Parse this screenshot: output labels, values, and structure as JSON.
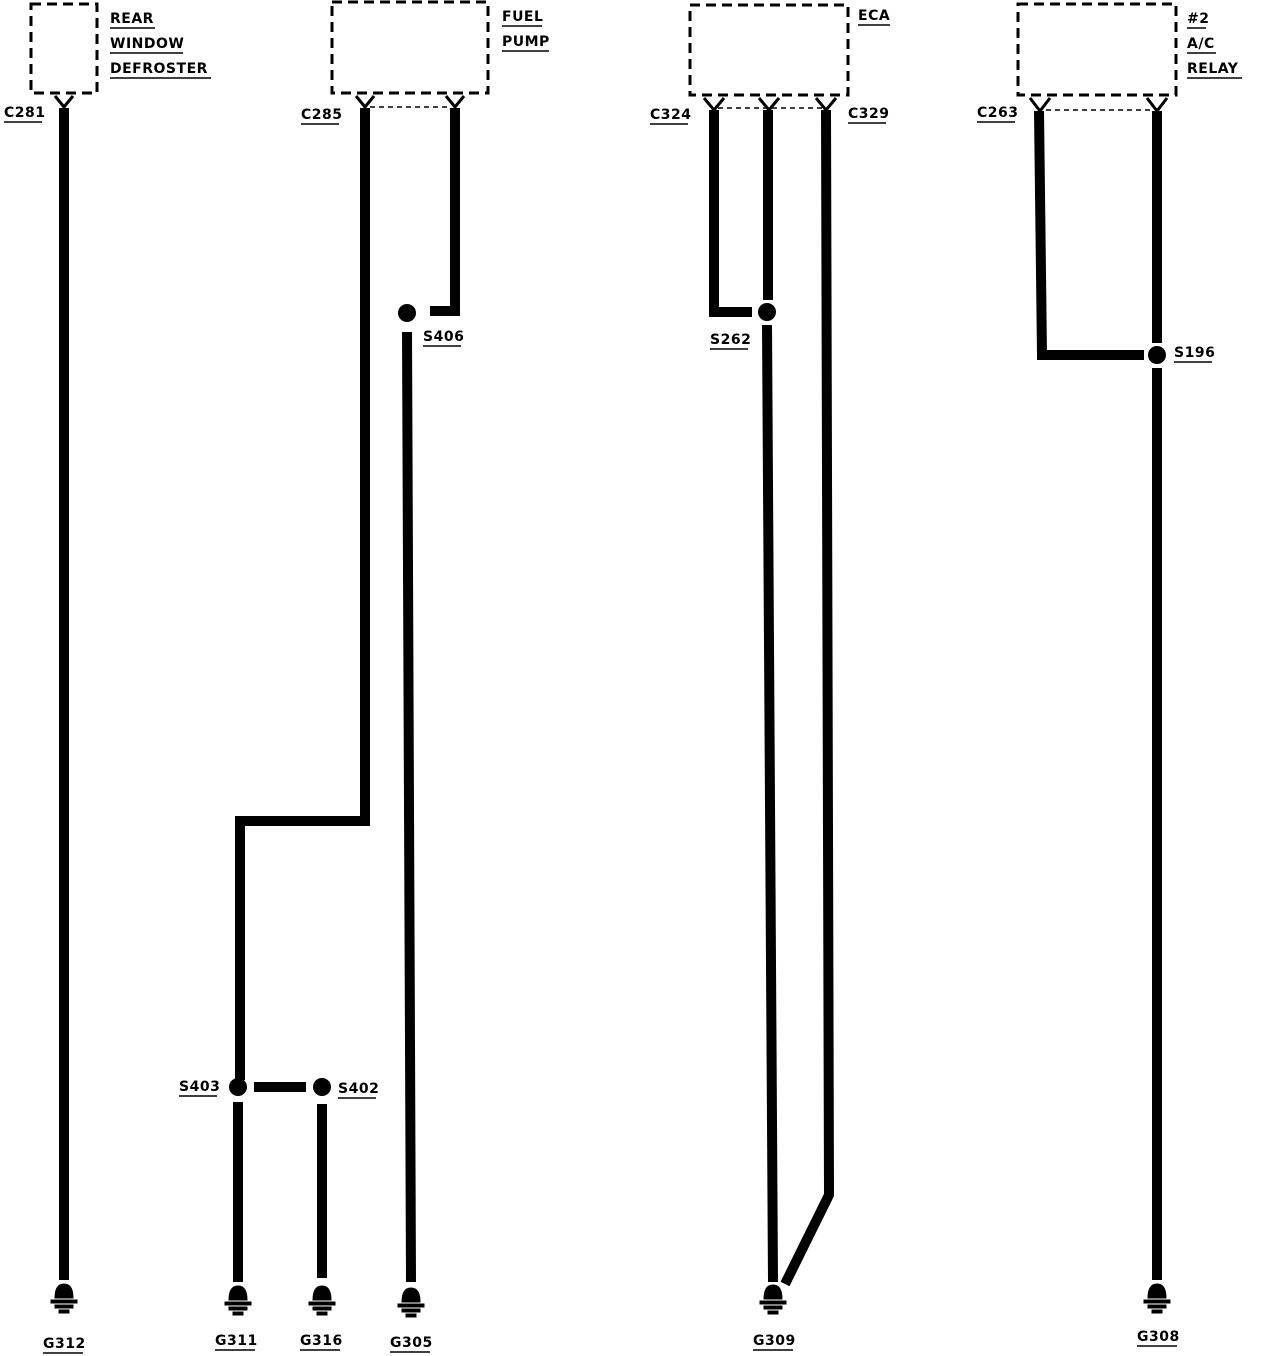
{
  "components": {
    "rear_window_defroster": [
      "REAR",
      "WINDOW",
      "DEFROSTER"
    ],
    "fuel_pump": [
      "FUEL",
      "PUMP"
    ],
    "eca": [
      "ECA"
    ],
    "ac_relay": [
      "#2",
      "A/C",
      "RELAY"
    ]
  },
  "connectors": {
    "c281": "C281",
    "c285": "C285",
    "c324": "C324",
    "c329": "C329",
    "c263": "C263"
  },
  "splices": {
    "s406": "S406",
    "s262": "S262",
    "s196": "S196",
    "s403": "S403",
    "s402": "S402"
  },
  "grounds": {
    "g312": "G312",
    "g311": "G311",
    "g316": "G316",
    "g305": "G305",
    "g309": "G309",
    "g308": "G308"
  }
}
